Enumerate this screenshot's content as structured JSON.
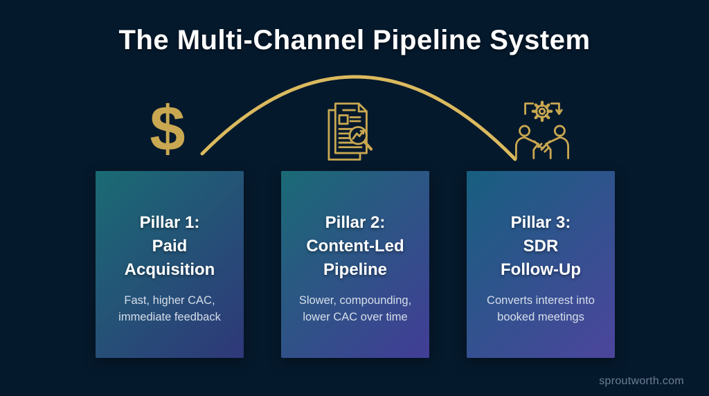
{
  "page": {
    "title": "The Multi-Channel Pipeline System",
    "watermark": "sproutworth.com"
  },
  "colors": {
    "background": "#05192C",
    "gold": "#C9A851",
    "gold_light": "#DBBA5F",
    "subtext": "#D6DFEA",
    "watermark": "#6C7E95"
  },
  "icons": {
    "dollar_glyph": "$",
    "dollar_name": "dollar-sign-icon",
    "doc_name": "content-report-magnifier-icon",
    "hand_name": "handshake-gear-icon"
  },
  "cards": [
    {
      "heading_line1": "Pillar 1:",
      "heading_line2": "Paid",
      "heading_line3": "Acquisition",
      "description": "Fast, higher CAC, immediate feedback",
      "gradient_start": "#1A6B74",
      "gradient_end": "#2F3879"
    },
    {
      "heading_line1": "Pillar 2:",
      "heading_line2": "Content-Led",
      "heading_line3": "Pipeline",
      "description": "Slower, compounding, lower CAC over time",
      "gradient_start": "#1A6A76",
      "gradient_end": "#423D96"
    },
    {
      "heading_line1": "Pillar 3:",
      "heading_line2": "SDR",
      "heading_line3": "Follow-Up",
      "description": "Converts interest into booked meetings",
      "gradient_start": "#175F80",
      "gradient_end": "#4C459C"
    }
  ]
}
